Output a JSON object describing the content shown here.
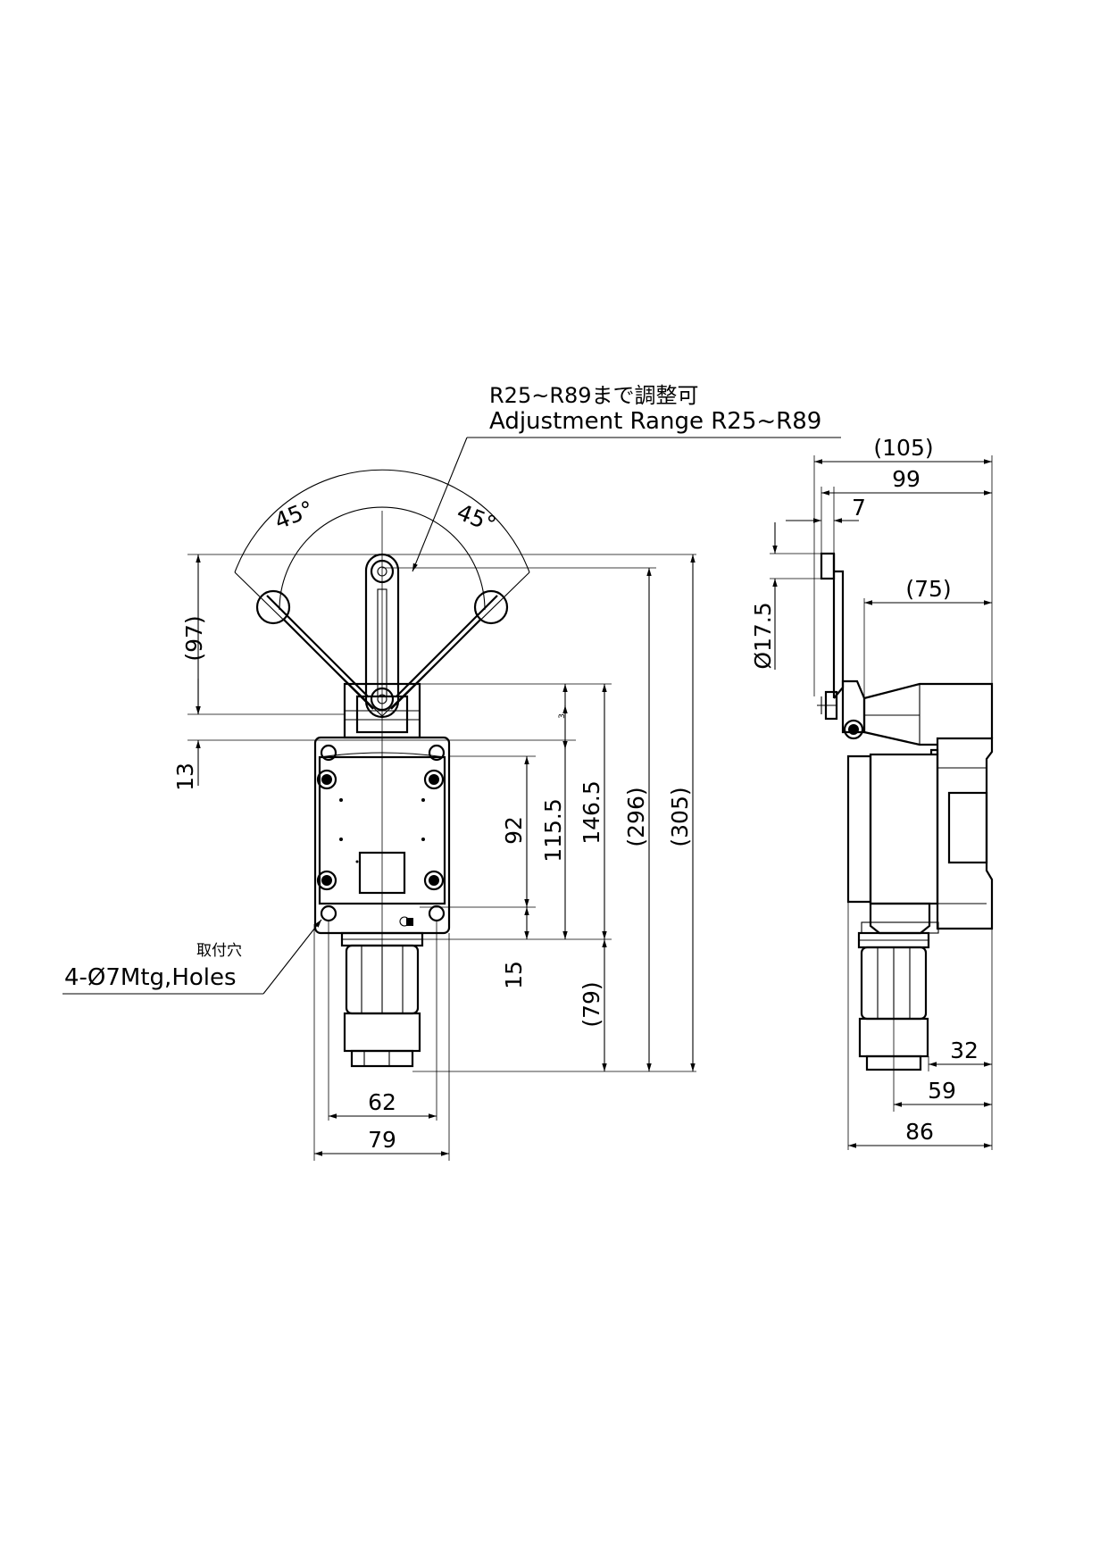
{
  "annotations": {
    "range_jp": "R25~R89まで調整可",
    "range_en": "Adjustment Range R25~R89",
    "holes_jp": "取付穴",
    "holes_en": "4-Ø7Mtg,Holes"
  },
  "front_view": {
    "angle_left": "45°",
    "angle_right": "45°",
    "dim_97": "(97)",
    "dim_13": "13",
    "dim_3": "3",
    "dim_92": "92",
    "dim_115_5": "115.5",
    "dim_146_5": "146.5",
    "dim_296": "(296)",
    "dim_305": "(305)",
    "dim_15": "15",
    "dim_79_paren": "(79)",
    "dim_62": "62",
    "dim_79": "79"
  },
  "side_view": {
    "dim_105": "(105)",
    "dim_99": "99",
    "dim_7": "7",
    "dim_17_5": "Ø17.5",
    "dim_75": "(75)",
    "dim_32": "32",
    "dim_59": "59",
    "dim_86": "86"
  }
}
